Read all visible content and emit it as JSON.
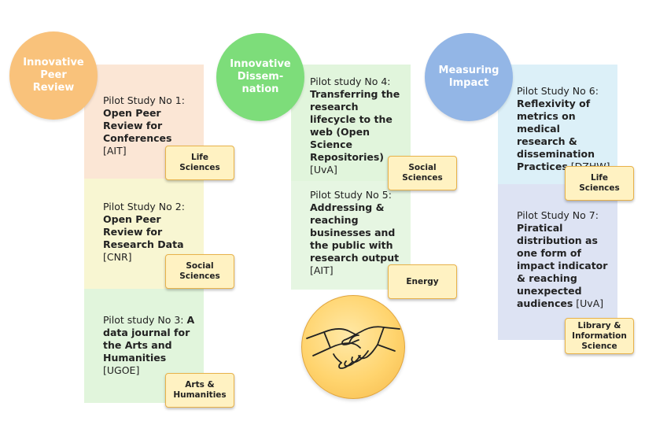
{
  "colors": {
    "peer_circle": "#f9c27b",
    "dissemination_circle": "#7ddd7a",
    "impact_circle": "#93b6e6",
    "box_peach": "#fbe6d5",
    "box_yellow": "#f8f6d2",
    "box_green": "#e1f5dc",
    "box_green_light": "#e6f6e2",
    "box_blue": "#dcf0f8",
    "box_lavender": "#dde3f3",
    "tag_fill": "#fff2c2",
    "tag_border": "#e8b24a"
  },
  "categories": [
    {
      "label": "Innovative\nPeer\nReview"
    },
    {
      "label": "Innovative\nDissem-\nnation"
    },
    {
      "label": "Measuring\nImpact"
    }
  ],
  "studies": [
    {
      "prefix": "Pilot Study No 1:",
      "title": "Open Peer Review for Conferences",
      "institution": "[AIT]",
      "field": "Life\nSciences"
    },
    {
      "prefix": "Pilot Study No 2:",
      "title": "Open Peer Review for Research Data",
      "institution": "[CNR]",
      "field": "Social\nSciences"
    },
    {
      "prefix": "Pilot study No 3:",
      "title": "A data journal for the Arts and Humanities",
      "institution": "[UGOE]",
      "field": "Arts &\nHumanities"
    },
    {
      "prefix": "Pilot study No 4:",
      "title": "Transferring the research lifecycle to the web (Open Science Repositories)",
      "institution": "[UvA]",
      "field": "Social\nSciences"
    },
    {
      "prefix": "Pilot Study No 5:",
      "title": "Addressing & reaching businesses and the public with research output",
      "institution": "[AIT]",
      "field": "Energy"
    },
    {
      "prefix": "Pilot Study No 6:",
      "title": "Reflexivity of metrics on medical research & dissemination Practices",
      "institution": "[DZHW]",
      "field": "Life\nSciences"
    },
    {
      "prefix": "Pilot Study No 7:",
      "title": "Piratical distribution as one form of impact indicator & reaching unexpected audiences",
      "institution": "[UvA]",
      "field": "Library &\nInformation\nScience"
    }
  ],
  "emblem": {
    "icon": "handshake-icon"
  }
}
